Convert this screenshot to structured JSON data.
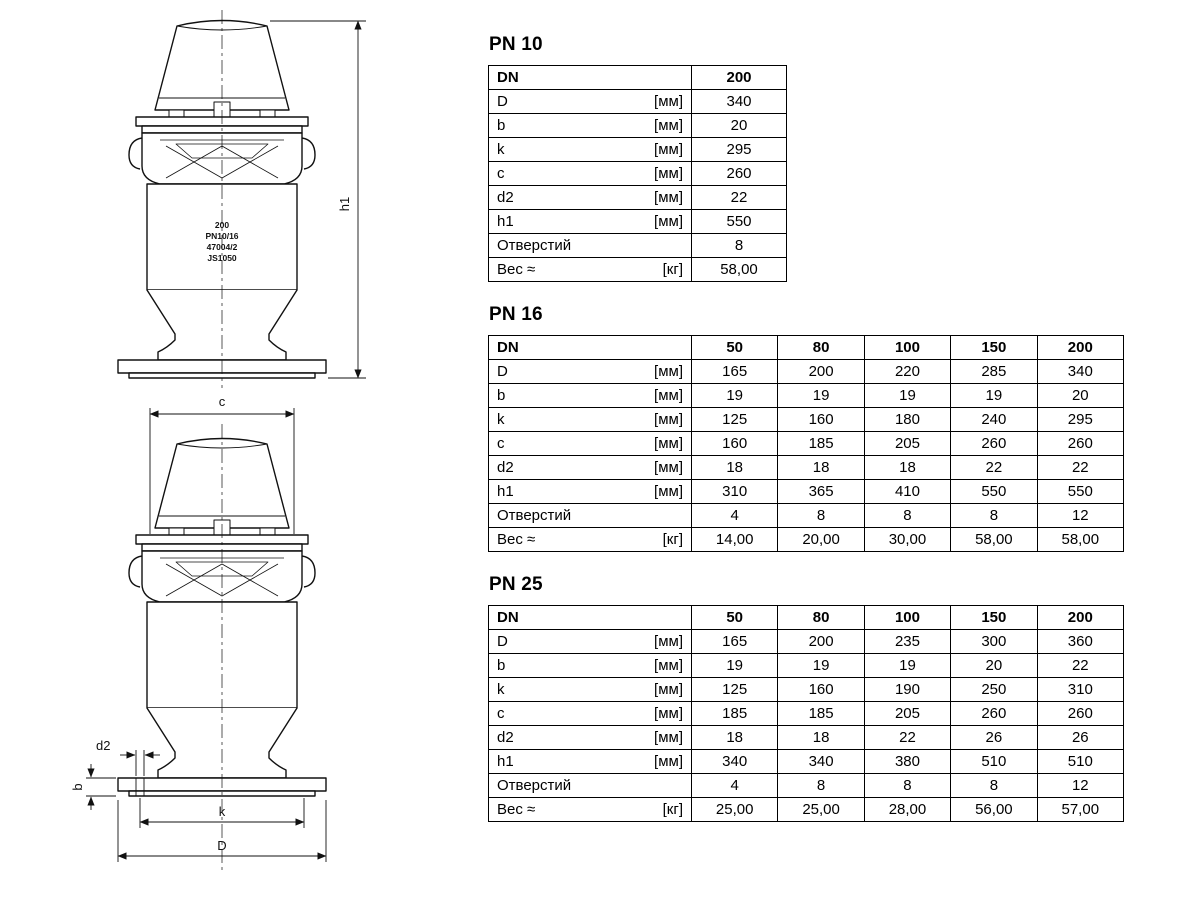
{
  "drawing": {
    "labels": {
      "h1": "h1",
      "c": "c",
      "d2": "d2",
      "b": "b",
      "k": "k",
      "D": "D"
    },
    "marking": [
      "200",
      "PN10/16",
      "47004/2",
      "JS1050"
    ]
  },
  "tables": [
    {
      "title": "PN 10",
      "header": {
        "label": "DN",
        "values": [
          "200"
        ]
      },
      "rows": [
        {
          "label": "D",
          "unit": "[мм]",
          "values": [
            "340"
          ]
        },
        {
          "label": "b",
          "unit": "[мм]",
          "values": [
            "20"
          ]
        },
        {
          "label": "k",
          "unit": "[мм]",
          "values": [
            "295"
          ]
        },
        {
          "label": "c",
          "unit": "[мм]",
          "values": [
            "260"
          ]
        },
        {
          "label": "d2",
          "unit": "[мм]",
          "values": [
            "22"
          ]
        },
        {
          "label": "h1",
          "unit": "[мм]",
          "values": [
            "550"
          ]
        },
        {
          "label": "Отверстий",
          "unit": "",
          "values": [
            "8"
          ]
        },
        {
          "label": "Вес ≈",
          "unit": "[кг]",
          "values": [
            "58,00"
          ]
        }
      ]
    },
    {
      "title": "PN 16",
      "header": {
        "label": "DN",
        "values": [
          "50",
          "80",
          "100",
          "150",
          "200"
        ]
      },
      "rows": [
        {
          "label": "D",
          "unit": "[мм]",
          "values": [
            "165",
            "200",
            "220",
            "285",
            "340"
          ]
        },
        {
          "label": "b",
          "unit": "[мм]",
          "values": [
            "19",
            "19",
            "19",
            "19",
            "20"
          ]
        },
        {
          "label": "k",
          "unit": "[мм]",
          "values": [
            "125",
            "160",
            "180",
            "240",
            "295"
          ]
        },
        {
          "label": "c",
          "unit": "[мм]",
          "values": [
            "160",
            "185",
            "205",
            "260",
            "260"
          ]
        },
        {
          "label": "d2",
          "unit": "[мм]",
          "values": [
            "18",
            "18",
            "18",
            "22",
            "22"
          ]
        },
        {
          "label": "h1",
          "unit": "[мм]",
          "values": [
            "310",
            "365",
            "410",
            "550",
            "550"
          ]
        },
        {
          "label": "Отверстий",
          "unit": "",
          "values": [
            "4",
            "8",
            "8",
            "8",
            "12"
          ]
        },
        {
          "label": "Вес ≈",
          "unit": "[кг]",
          "values": [
            "14,00",
            "20,00",
            "30,00",
            "58,00",
            "58,00"
          ]
        }
      ]
    },
    {
      "title": "PN 25",
      "header": {
        "label": "DN",
        "values": [
          "50",
          "80",
          "100",
          "150",
          "200"
        ]
      },
      "rows": [
        {
          "label": "D",
          "unit": "[мм]",
          "values": [
            "165",
            "200",
            "235",
            "300",
            "360"
          ]
        },
        {
          "label": "b",
          "unit": "[мм]",
          "values": [
            "19",
            "19",
            "19",
            "20",
            "22"
          ]
        },
        {
          "label": "k",
          "unit": "[мм]",
          "values": [
            "125",
            "160",
            "190",
            "250",
            "310"
          ]
        },
        {
          "label": "c",
          "unit": "[мм]",
          "values": [
            "185",
            "185",
            "205",
            "260",
            "260"
          ]
        },
        {
          "label": "d2",
          "unit": "[мм]",
          "values": [
            "18",
            "18",
            "22",
            "26",
            "26"
          ]
        },
        {
          "label": "h1",
          "unit": "[мм]",
          "values": [
            "340",
            "340",
            "380",
            "510",
            "510"
          ]
        },
        {
          "label": "Отверстий",
          "unit": "",
          "values": [
            "4",
            "8",
            "8",
            "8",
            "12"
          ]
        },
        {
          "label": "Вес ≈",
          "unit": "[кг]",
          "values": [
            "25,00",
            "25,00",
            "28,00",
            "56,00",
            "57,00"
          ]
        }
      ]
    }
  ]
}
